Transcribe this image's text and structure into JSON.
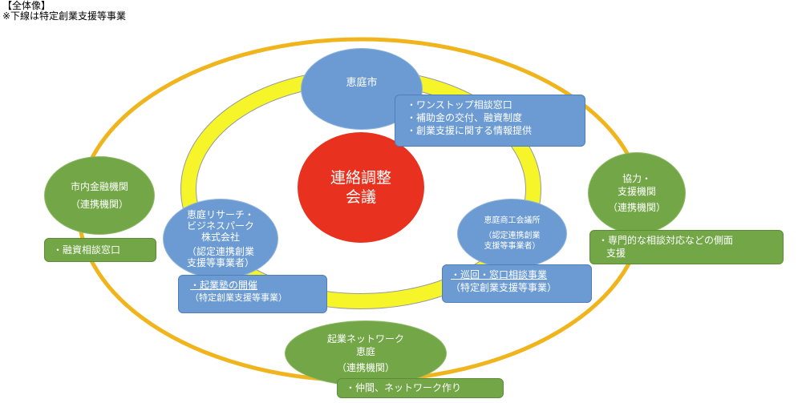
{
  "header": {
    "title": "【全体像】",
    "note": "※下線は特定創業支援等事業"
  },
  "center": {
    "line1": "連絡調整",
    "line2": "会議"
  },
  "eniwa_city": {
    "name": "恵庭市",
    "items": [
      "・ワンストップ相談窓口",
      "・補助金の交付、融資制度",
      "・創業支援に関する情報提供"
    ]
  },
  "finance": {
    "name": "市内金融機関",
    "role": "（連携機関）",
    "items": [
      "・融資相談窓口"
    ]
  },
  "research": {
    "name1": "恵庭リサーチ・",
    "name2": "ビジネスパーク",
    "name3": "株式会社",
    "role1": "（認定連携創業",
    "role2": "支援等事業者）",
    "item": "・起業塾の開催",
    "item_note": "（特定創業支援等事業）"
  },
  "chamber": {
    "name": "恵庭商工会議所",
    "role1": "（認定連携創業",
    "role2": "支援等事業者）",
    "item": "・巡回・窓口相談事業",
    "item_note": "（特定創業支援等事業）"
  },
  "support": {
    "name1": "協力・",
    "name2": "支援機関",
    "role": "（連携機関）",
    "item1": "・専門的な相談対応などの側面",
    "item2": "支援"
  },
  "network": {
    "name1": "起業ネットワーク",
    "name2": "恵庭",
    "role": "（連携機関）",
    "item": "・仲間、ネットワーク作り"
  },
  "colors": {
    "blue": "#6b9bd2",
    "green": "#72a646",
    "red": "#e8321f",
    "yellow": "#f5f52a",
    "gold": "#f0b41c"
  }
}
